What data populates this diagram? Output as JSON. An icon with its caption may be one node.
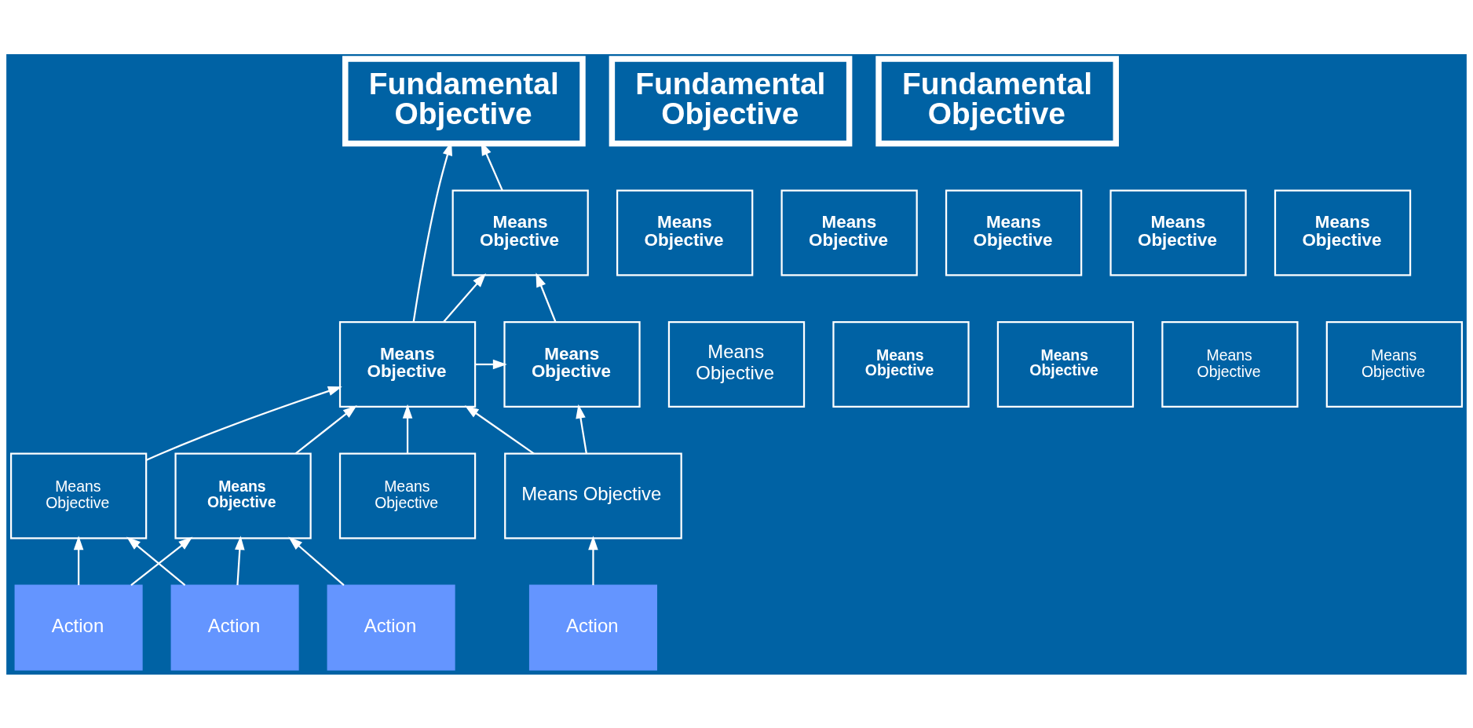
{
  "diagram": {
    "nodes": [
      {
        "text": [
          "Fundamental Objective"
        ]
      },
      {
        "text": [
          "Fundamental Objective"
        ]
      },
      {
        "text": [
          "Fundamental Objective"
        ]
      },
      {
        "text": [
          "Means Objective"
        ]
      },
      {
        "text": [
          "Means Objective"
        ]
      },
      {
        "text": [
          "Means Objective"
        ]
      },
      {
        "text": [
          "Means Objective"
        ]
      },
      {
        "text": [
          "Means Objective"
        ]
      },
      {
        "text": [
          "Means Objective"
        ]
      },
      {
        "text": [
          "Means Objective"
        ]
      },
      {
        "text": [
          "Means Objective"
        ]
      },
      {
        "text": [
          "Means Objective"
        ]
      },
      {
        "text": [
          "Means Objective"
        ]
      },
      {
        "text": [
          "Means Objective"
        ]
      },
      {
        "text": [
          "Means Objective"
        ]
      },
      {
        "text": [
          "Means Objective"
        ]
      },
      {
        "text": [
          "Means Objective"
        ]
      },
      {
        "text": [
          "Means Objective"
        ]
      },
      {
        "text": [
          "Means Objective"
        ]
      },
      {
        "text": [
          "Means Objective"
        ]
      },
      {
        "text": [
          "Action"
        ]
      },
      {
        "text": [
          "Action"
        ]
      },
      {
        "text": [
          "Action"
        ]
      },
      {
        "text": [
          "Action"
        ]
      }
    ],
    "edges": [
      {
        "from": 9,
        "to": 0,
        "arrow": "to"
      },
      {
        "from": 3,
        "to": 0,
        "arrow": "to"
      },
      {
        "from": 9,
        "to": 3,
        "arrow": "to"
      },
      {
        "from": 10,
        "to": 3,
        "arrow": "to"
      },
      {
        "from": 9,
        "to": 10,
        "arrow": "to"
      },
      {
        "from": 16,
        "to": 9,
        "arrow": "to"
      },
      {
        "from": 17,
        "to": 9,
        "arrow": "to"
      },
      {
        "from": 18,
        "to": 9,
        "arrow": "to"
      },
      {
        "from": 19,
        "to": 9,
        "arrow": "to"
      },
      {
        "from": 19,
        "to": 10,
        "arrow": "to"
      },
      {
        "from": 20,
        "to": 16,
        "arrow": "to"
      },
      {
        "from": 20,
        "to": 17,
        "arrow": "to"
      },
      {
        "from": 21,
        "to": 16,
        "arrow": "to"
      },
      {
        "from": 21,
        "to": 17,
        "arrow": "to"
      },
      {
        "from": 22,
        "to": 17,
        "arrow": "to"
      },
      {
        "from": 23,
        "to": 19,
        "arrow": "to"
      }
    ]
  }
}
